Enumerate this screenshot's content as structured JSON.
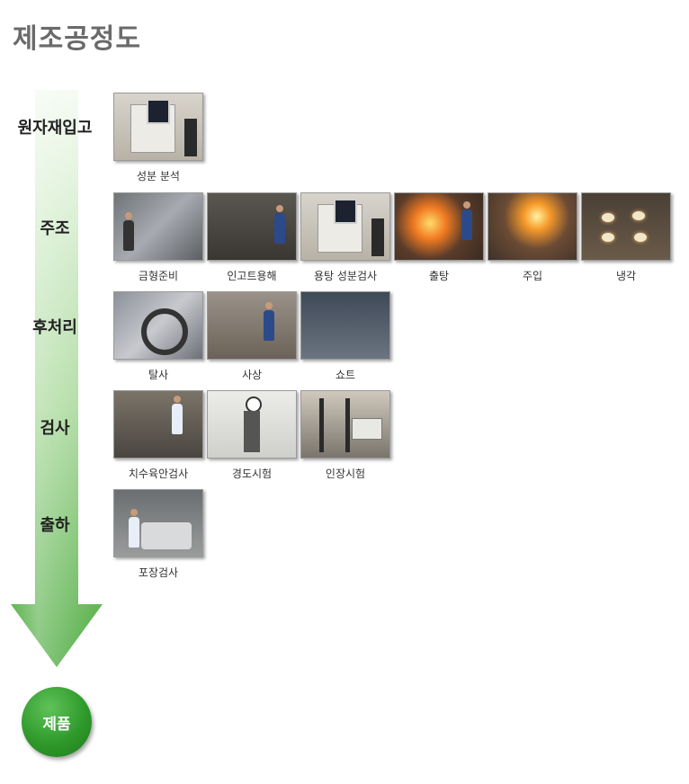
{
  "title": "제조공정도",
  "stages": [
    {
      "label": "원자재입고",
      "items": [
        "성분 분석"
      ]
    },
    {
      "label": "주조",
      "items": [
        "금형준비",
        "인고트용해",
        "용탕 성분검사",
        "출탕",
        "주입",
        "냉각"
      ]
    },
    {
      "label": "후처리",
      "items": [
        "탈사",
        "사상",
        "쇼트"
      ]
    },
    {
      "label": "검사",
      "items": [
        "치수육안검사",
        "경도시험",
        "인장시험"
      ]
    },
    {
      "label": "출하",
      "items": [
        "포장검사"
      ]
    }
  ],
  "product": "제품",
  "colors": {
    "arrow_top": "#ffffff",
    "arrow_bottom": "#59b549",
    "product": "#2f9a2b",
    "title": "#6a6a6a"
  }
}
